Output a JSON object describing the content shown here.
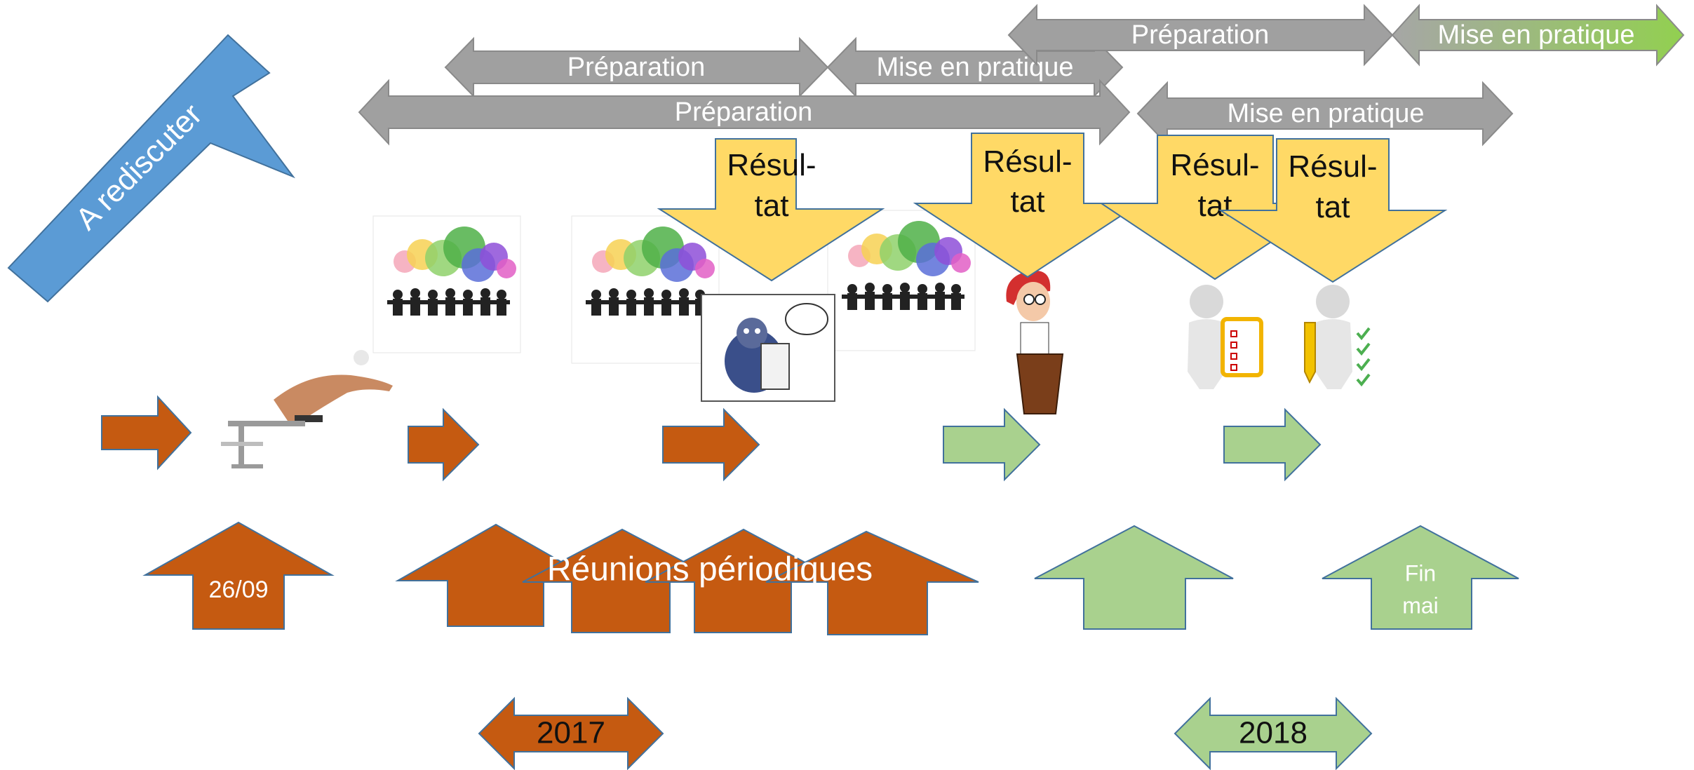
{
  "colors": {
    "gray": "#a0a0a0",
    "grayStroke": "#8a8a8a",
    "orange": "#c55a11",
    "green": "#a9d18e",
    "greenBright": "#92d050",
    "yellow": "#ffd966",
    "blue": "#5b9bd5",
    "stroke": "#41719c"
  },
  "banner": {
    "label": "A rediscuter"
  },
  "timeline": {
    "bars": [
      {
        "label": "Préparation"
      },
      {
        "label": "Mise en pratique"
      },
      {
        "label": "Préparation"
      },
      {
        "label": "Mise en pratique"
      },
      {
        "label": "Préparation"
      },
      {
        "label": "Mise en pratique"
      }
    ]
  },
  "results": [
    {
      "line1": "Résul-",
      "line2": "tat"
    },
    {
      "line1": "Résul-",
      "line2": "tat"
    },
    {
      "line1": "Résul-",
      "line2": "tat"
    },
    {
      "line1": "Résul-",
      "line2": "tat"
    }
  ],
  "bottom": {
    "start": "26/09",
    "meetings": "Réunions périodiques",
    "end_line1": "Fin",
    "end_line2": "mai"
  },
  "years": {
    "y2017": "2017",
    "y2018": "2018"
  },
  "icons": {
    "swimmer": "swimmer-start-block-icon",
    "meeting": "meeting-speech-bubbles-icon",
    "cat": "cartoon-cat-reading-icon",
    "speaker": "cartoon-speaker-podium-icon",
    "checklist": "figure-checklist-icon",
    "pencil": "figure-pencil-checks-icon"
  }
}
